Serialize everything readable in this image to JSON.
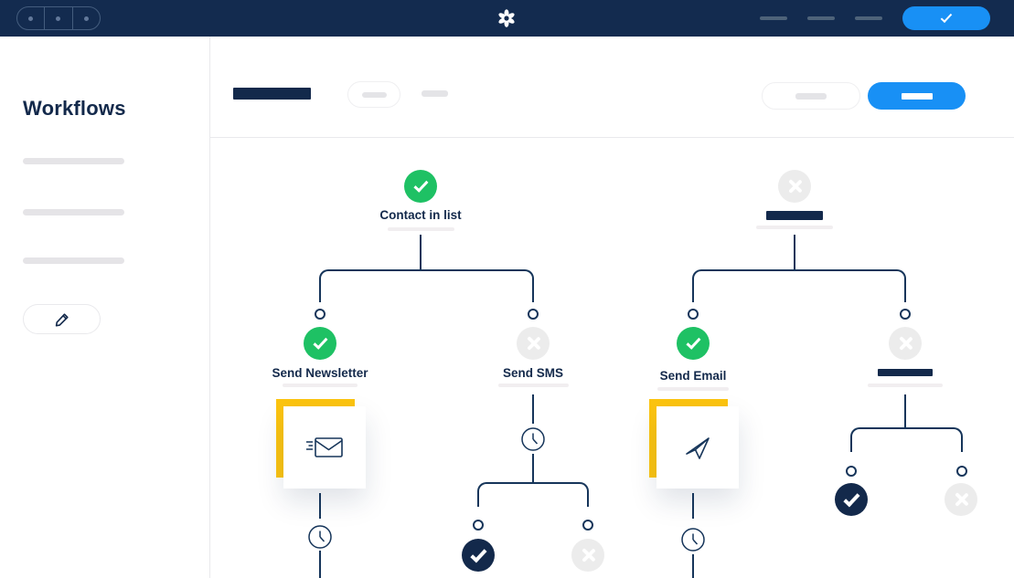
{
  "topbar": {
    "window_segments": 3,
    "nav_placeholder_count": 3,
    "logo_icon": "pinwheel-logo",
    "confirm_button_icon": "check-icon"
  },
  "sidebar": {
    "title": "Workflows",
    "list_placeholder_count": 3,
    "edit_button_icon": "pencil-icon"
  },
  "workflow": {
    "root_left": {
      "label": "Contact in list",
      "status": "success"
    },
    "newsletter": {
      "label": "Send Newsletter",
      "status": "success",
      "card_icon": "envelope-send-icon"
    },
    "sms": {
      "label": "Send SMS",
      "status": "inactive",
      "delay_icon": "clock-icon",
      "outcomes": [
        "done",
        "inactive"
      ]
    },
    "root_right": {
      "label": "",
      "status": "inactive"
    },
    "email": {
      "label": "Send Email",
      "status": "success",
      "card_icon": "paper-plane-icon"
    },
    "right_placeholder": {
      "label": "",
      "status": "inactive",
      "outcomes": [
        "done",
        "inactive"
      ]
    }
  },
  "icons": {
    "check": "check-icon",
    "cross": "cross-icon",
    "clock": "clock-icon",
    "pencil": "pencil-icon",
    "envelope": "envelope-send-icon",
    "paper_plane": "paper-plane-icon",
    "logo": "pinwheel-logo"
  },
  "colors": {
    "navy": "#13294b",
    "topbar_navy": "#132b4f",
    "accent_blue": "#1890f5",
    "success_green": "#1ec164",
    "inactive_gray": "#ececec",
    "highlight_yellow": "#fcc40f",
    "connector_line": "#16355a",
    "placeholder_gray": "#e5e4e7"
  }
}
